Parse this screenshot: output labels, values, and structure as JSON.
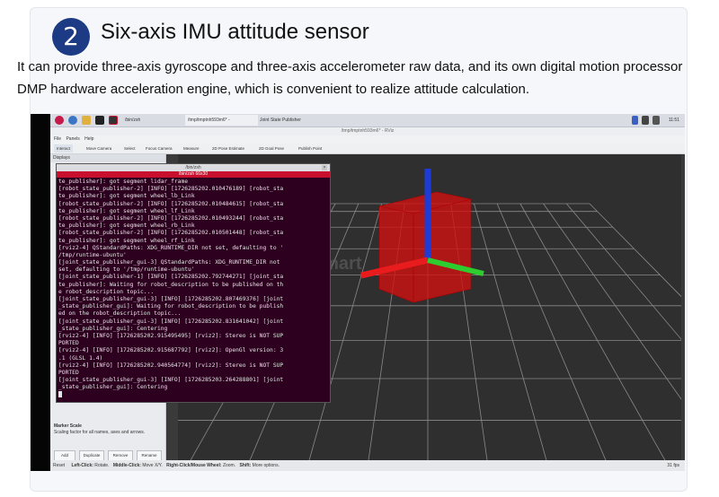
{
  "section": {
    "number": "2",
    "title": "Six-axis IMU attitude sensor",
    "description": "It can provide three-axis gyroscope and three-axis accelerometer raw data, and its own digital motion processor DMP hardware acceleration engine, which is convenient to realize attitude calculation."
  },
  "taskbar": {
    "tasks": [
      "/bin/zsh",
      "/tmp/tmptnh593m6* -",
      "Joint State Publisher"
    ],
    "clock": "11:51"
  },
  "rviz": {
    "window_title": "/tmp/tmptnh593m6* - RViz",
    "menu": [
      "File",
      "Panels",
      "Help"
    ],
    "tools": [
      "Interact",
      "Move Camera",
      "Select",
      "Focus Camera",
      "Measure",
      "2D Pose Estimate",
      "2D Goal Pose",
      "Publish Point"
    ],
    "displays_title": "Displays",
    "marker_scale_title": "Marker Scale",
    "marker_scale_desc": "Scaling factor for all names, axes and arrows.",
    "buttons": [
      "Add",
      "Duplicate",
      "Remove",
      "Rename"
    ],
    "status": {
      "reset": "Reset",
      "left": "Left-Click:",
      "left_desc": "Rotate.",
      "middle": "Middle-Click:",
      "middle_desc": "Move X/Y.",
      "right": "Right-Click/Mouse Wheel:",
      "right_desc": "Zoom.",
      "shift": "Shift:",
      "shift_desc": "More options.",
      "fps": "31 fps"
    }
  },
  "terminal": {
    "title": "/bin/zsh",
    "tab": "/bin/zsh 66x30",
    "lines": [
      "te_publisher]: got segment lidar_frame",
      "[robot_state_publisher-2] [INFO] [1726285202.010476189] [robot_sta",
      "te_publisher]: got segment wheel_lb_Link",
      "[robot_state_publisher-2] [INFO] [1726285202.010484615] [robot_sta",
      "te_publisher]: got segment wheel_lf_Link",
      "[robot_state_publisher-2] [INFO] [1726285202.010493244] [robot_sta",
      "te_publisher]: got segment wheel_rb_Link",
      "[robot_state_publisher-2] [INFO] [1726285202.010501448] [robot_sta",
      "te_publisher]: got segment wheel_rf_Link",
      "[rviz2-4] QStandardPaths: XDG_RUNTIME_DIR not set, defaulting to '",
      "/tmp/runtime-ubuntu'",
      "[joint_state_publisher_gui-3] QStandardPaths: XDG_RUNTIME_DIR not",
      "set, defaulting to '/tmp/runtime-ubuntu'",
      "[joint_state_publisher-1] [INFO] [1726285202.792744271] [joint_sta",
      "te_publisher]: Waiting for robot_description to be published on th",
      "e robot_description topic...",
      "[joint_state_publisher_gui-3] [INFO] [1726285202.807469376] [joint",
      "_state_publisher_gui]: Waiting for robot_description to be publish",
      "ed on the robot_description topic...",
      "[joint_state_publisher_gui-3] [INFO] [1726285202.831641042] [joint",
      "_state_publisher_gui]: Centering",
      "[rviz2-4] [INFO] [1726285202.915495495] [rviz2]: Stereo is NOT SUP",
      "PORTED",
      "[rviz2-4] [INFO] [1726285202.915687792] [rviz2]: OpenGl version: 3",
      ".1 (GLSL 1.4)",
      "[rviz2-4] [INFO] [1726285202.940564774] [rviz2]: Stereo is NOT SUP",
      "PORTED",
      "[joint_state_publisher_gui-3] [INFO] [1726285203.264288801] [joint",
      "_state_publisher_gui]: Centering"
    ]
  },
  "watermark": "smart",
  "colors": {
    "badge": "#1d3b84",
    "terminal_bg": "#2c001e",
    "terminal_tab": "#c8102e",
    "viewport_bg": "#2f2f2f",
    "grid": "#8a8a8a",
    "cube": "#d40f0f",
    "axis_x": "#e81c1c",
    "axis_y": "#2ecc2e",
    "axis_z": "#1f3bd6"
  },
  "icons": [
    "raspberry-icon",
    "browser-icon",
    "folder-icon",
    "terminal-icon",
    "bluetooth-icon",
    "network-icon",
    "volume-icon"
  ]
}
